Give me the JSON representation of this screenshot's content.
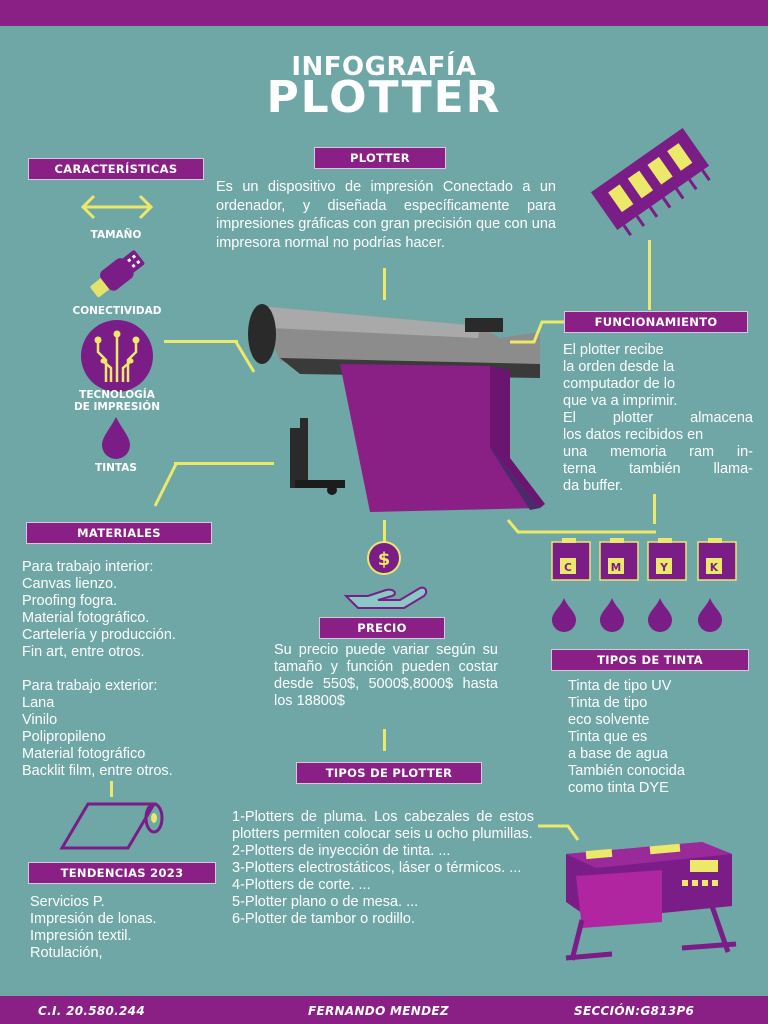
{
  "title": {
    "line1": "INFOGRAFÍA",
    "line2": "PLOTTER"
  },
  "characteristics": {
    "heading": "CARACTERÍSTICAS",
    "items": [
      "TAMAÑO",
      "CONECTIVIDAD",
      "TECNOLOGÍA\nDE IMPRESIÓN",
      "TINTAS"
    ]
  },
  "plotter": {
    "heading": "PLOTTER",
    "text": "Es un dispositivo de impresión Conectado a un ordenador, y diseñada específicamente para impresiones gráficas con gran precisión que con una impresora normal no podrías hacer."
  },
  "functioning": {
    "heading": "FUNCIONAMIENTO",
    "lines": [
      "El plotter recibe",
      "la orden desde la",
      "computador de lo",
      "que va a imprimir.",
      "El plotter almacena",
      "los datos recibidos en",
      "una memoria ram in-",
      "terna también llama-",
      "da buffer."
    ]
  },
  "materials": {
    "heading": "MATERIALES",
    "interior": [
      "Para trabajo interior:",
      "Canvas lienzo.",
      "Proofing fogra.",
      "Material fotográfico.",
      "Cartelería y producción.",
      "Fin art, entre otros."
    ],
    "exterior": [
      "Para trabajo exterior:",
      "Lana",
      "Vinilo",
      "Polipropileno",
      "Material fotográfico",
      "Backlit film, entre otros."
    ]
  },
  "price": {
    "heading": "PRECIO",
    "text": "Su precio puede variar según su tamaño y función pueden costar desde 550$, 5000$,8000$ hasta los 18800$"
  },
  "ink_types": {
    "heading": "TIPOS DE TINTA",
    "cartridge_letters": [
      "C",
      "M",
      "Y",
      "K"
    ],
    "lines": [
      "Tinta de tipo UV",
      "Tinta de tipo",
      "eco solvente",
      "Tinta que es",
      "a base de agua",
      "También conocida",
      "como tinta DYE"
    ]
  },
  "plotter_types": {
    "heading": "TIPOS DE PLOTTER",
    "lines": [
      "1-Plotters de pluma. Los cabezales de estos plotters permiten colocar seis u ocho plumillas.",
      "2-Plotters de inyección de tinta. ...",
      "3-Plotters electrostáticos, láser o térmicos. ...",
      "4-Plotters de corte. ...",
      "5-Plotter plano o de mesa. ...",
      "6-Plotter de tambor o rodillo."
    ]
  },
  "trends": {
    "heading": "TENDENCIAS 2023",
    "lines": [
      "Servicios P.",
      "Impresión de lonas.",
      "Impresión textil.",
      "Rotulación,"
    ]
  },
  "footer": {
    "id": "C.I. 20.580.244",
    "name": "FERNANDO MENDEZ",
    "section": "SECCIÓN:G813P6"
  },
  "colors": {
    "background": "#6fa7a6",
    "brand_purple": "#8a1f86",
    "accent_yellow": "#ece86a"
  },
  "icons": [
    "arrows-icon",
    "usb-icon",
    "circuit-icon",
    "ink-drop-icon",
    "memory-chip-icon",
    "money-hand-icon",
    "ink-cartridge-icon",
    "paper-roll-icon",
    "plotter-machine-icon"
  ]
}
